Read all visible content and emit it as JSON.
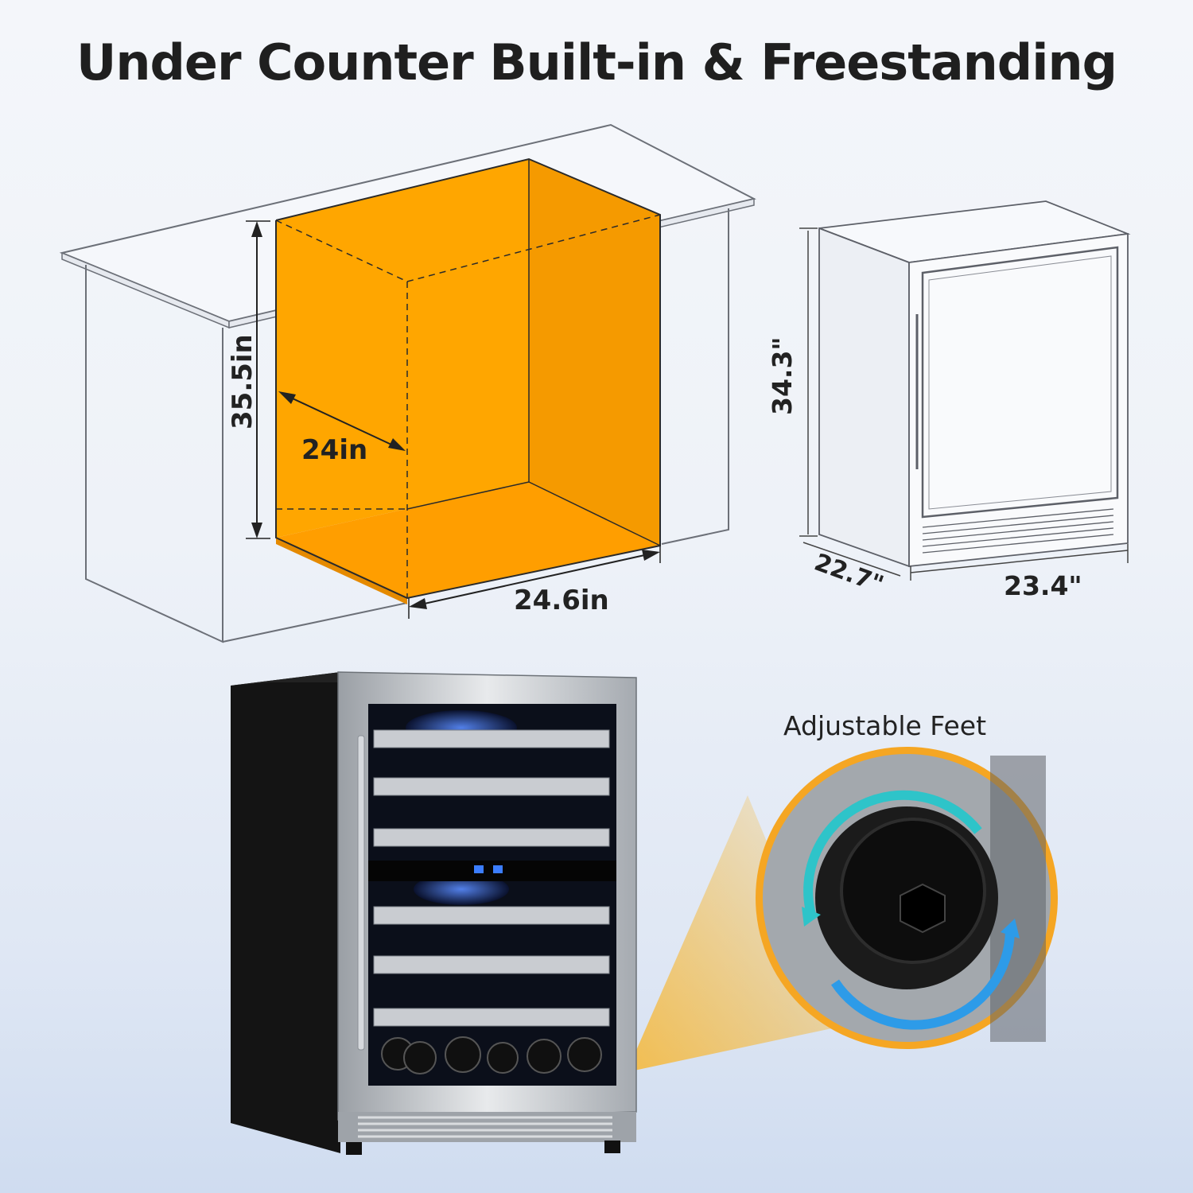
{
  "title": "Under Counter Built-in & Freestanding",
  "built_in": {
    "height_label": "35.5in",
    "depth_label": "24in",
    "width_label": "24.6in"
  },
  "freestanding": {
    "height_label": "34.3\"",
    "depth_label": "22.7\"",
    "width_label": "23.4\""
  },
  "feet": {
    "title": "Adjustable Feet"
  },
  "colors": {
    "cavity": "#ffa600",
    "arrow_teal": "#2ec4c9",
    "arrow_blue": "#2d9be8",
    "led": "#2f6bff"
  }
}
